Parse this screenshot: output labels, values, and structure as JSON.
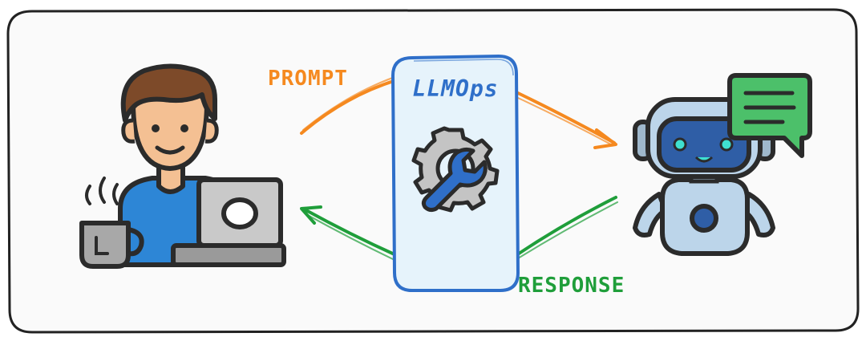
{
  "labels": {
    "prompt": "PROMPT",
    "response": "RESPONSE",
    "middleware": "LLMOps"
  },
  "icons": {
    "user": "person-with-laptop-icon",
    "coffee": "coffee-cup-icon",
    "tool": "gear-wrench-icon",
    "bot": "robot-icon",
    "chat": "chat-bubble-icon"
  },
  "colors": {
    "prompt": "#f5891f",
    "response": "#1f9e3a",
    "middleware_stroke": "#2f6fc9",
    "middleware_fill": "#e6f3fb",
    "outline": "#2b2b2b"
  }
}
